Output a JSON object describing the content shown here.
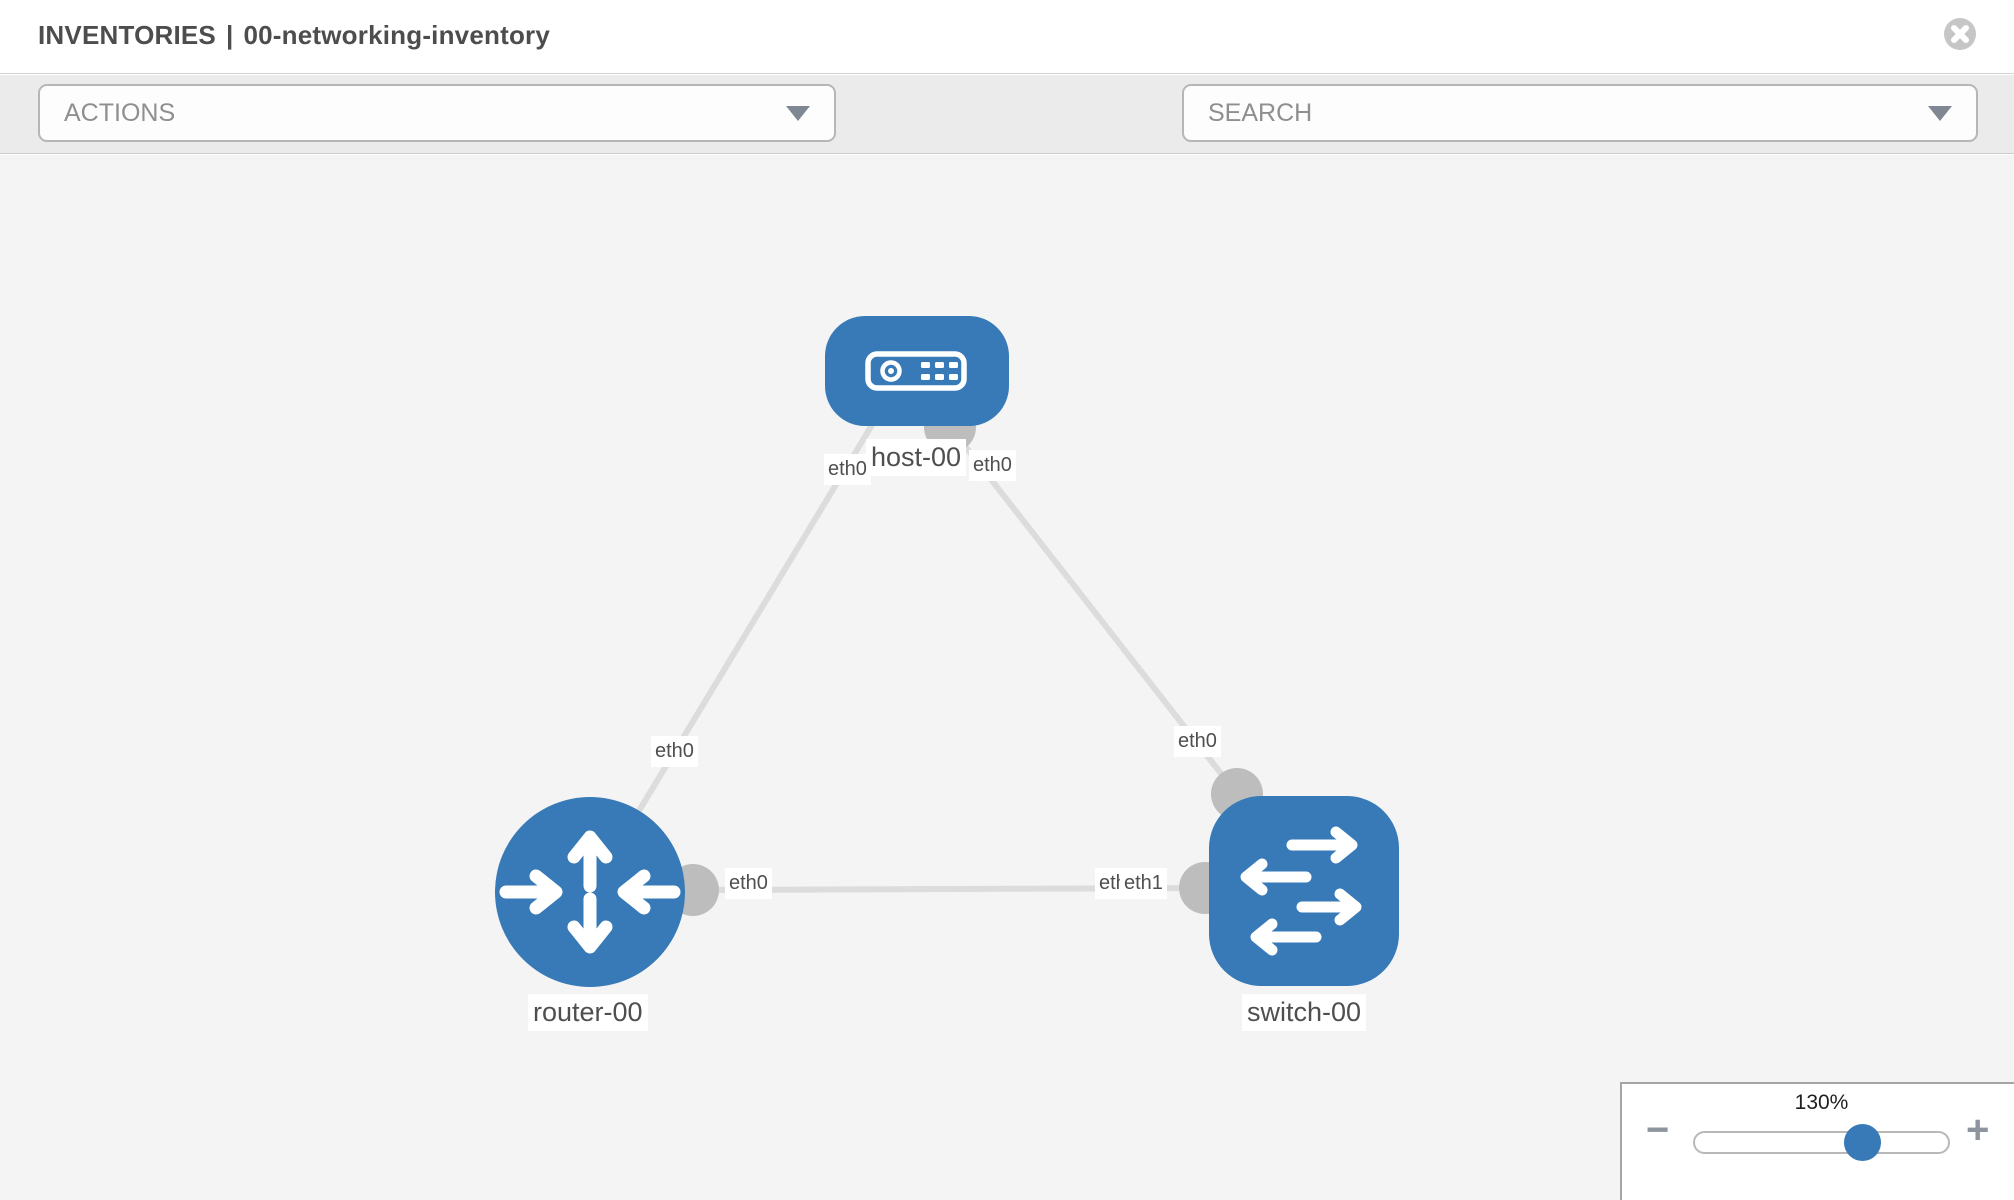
{
  "window": {
    "title_prefix": "INVENTORIES",
    "title_separator": "|",
    "inventory_name": "00-networking-inventory"
  },
  "toolbar": {
    "actions_label": "ACTIONS",
    "search_label": "SEARCH"
  },
  "icons": {
    "close": "x-circle",
    "wrench": "wrench",
    "key": "key",
    "dropdown_caret": "chevron-down",
    "host": "server",
    "router": "crossed-arrows",
    "switch": "exchange-arrows"
  },
  "diagram": {
    "nodes": [
      {
        "id": "host-00",
        "type": "host",
        "label": "host-00"
      },
      {
        "id": "router-00",
        "type": "router",
        "label": "router-00"
      },
      {
        "id": "switch-00",
        "type": "switch",
        "label": "switch-00"
      }
    ],
    "links": [
      {
        "from": "router-00",
        "to": "host-00",
        "from_interface": "eth0",
        "to_interface": "eth0"
      },
      {
        "from": "host-00",
        "to": "switch-00",
        "from_interface": "eth0",
        "to_interface": "eth0"
      },
      {
        "from": "router-00",
        "to": "switch-00",
        "from_interface": "eth0",
        "to_interface": "eth1"
      }
    ],
    "interface_labels": {
      "host_left": "eth0",
      "host_right": "eth0",
      "link_router_host": "eth0",
      "link_host_switch": "eth0",
      "router_right": "eth0",
      "switch_left_back": "eth0",
      "switch_left_front": "eth1"
    }
  },
  "zoom_control": {
    "level": "130%",
    "zoom_out_label": "−",
    "zoom_in_label": "+",
    "slider_percent": 66
  },
  "colors": {
    "node_blue": "#377ab7",
    "link_gray": "#dcdcdc",
    "interface_point_gray": "#bdbdbd",
    "toolbar_bg": "#ebebeb",
    "canvas_bg": "#f4f4f4"
  }
}
